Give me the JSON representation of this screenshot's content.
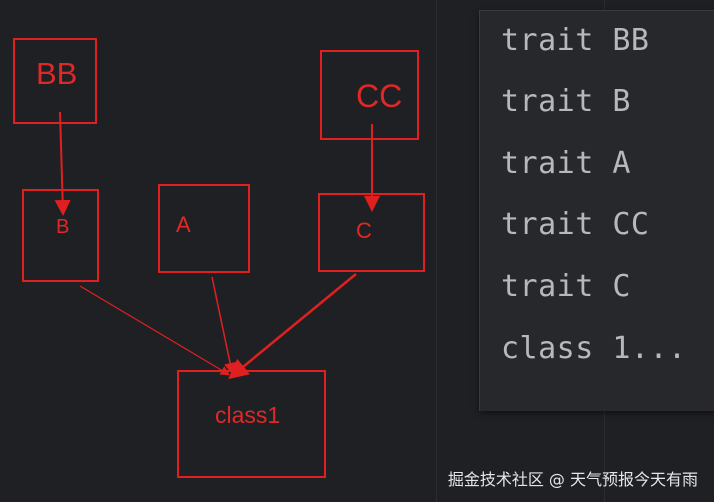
{
  "diagram": {
    "nodes": {
      "BB": "BB",
      "CC": "CC",
      "B": "B",
      "A": "A",
      "C": "C",
      "class1": "class1"
    },
    "edges": [
      {
        "from": "BB",
        "to": "B"
      },
      {
        "from": "CC",
        "to": "C"
      },
      {
        "from": "B",
        "to": "class1"
      },
      {
        "from": "A",
        "to": "class1"
      },
      {
        "from": "C",
        "to": "class1"
      }
    ],
    "color": "#e02020"
  },
  "console": {
    "lines": [
      "trait BB",
      "trait B",
      "trait A",
      "trait CC",
      "trait C",
      "class 1..."
    ]
  },
  "watermark": "掘金技术社区 @ 天气预报今天有雨"
}
